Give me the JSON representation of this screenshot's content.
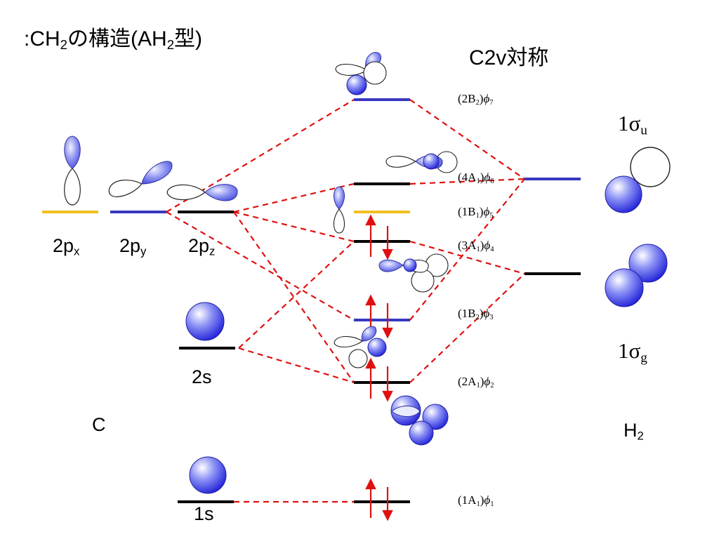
{
  "title": {
    "prefix": ":CH",
    "sub": "2",
    "mid": "の構造(AH",
    "sub2": "2",
    "suffix": "型)"
  },
  "symmetry_label": "C2v対称",
  "atom_label": "C",
  "molecule_label": {
    "main": "H",
    "sub": "2"
  },
  "carbon_orbitals": {
    "px": {
      "main": "2p",
      "sub": "x"
    },
    "py": {
      "main": "2p",
      "sub": "y"
    },
    "pz": {
      "main": "2p",
      "sub": "z"
    },
    "s2": "2s",
    "s1": "1s"
  },
  "h2_orbitals": {
    "su": {
      "num": "1",
      "greek": "σ",
      "sub": "u"
    },
    "sg": {
      "num": "1",
      "greek": "σ",
      "sub": "g"
    }
  },
  "mo_labels": [
    {
      "pre": "(2B",
      "sub": "2",
      "post": ")",
      "phi": "ϕ",
      "phisub": "7"
    },
    {
      "pre": "(4A",
      "sub": "1",
      "post": ")",
      "phi": "ϕ",
      "phisub": "6"
    },
    {
      "pre": "(1B",
      "sub": "1",
      "post": ")",
      "phi": "ϕ",
      "phisub": "5"
    },
    {
      "pre": "(3A",
      "sub": "1",
      "post": ")",
      "phi": "ϕ",
      "phisub": "4"
    },
    {
      "pre": "(1B",
      "sub": "2",
      "post": ")",
      "phi": "ϕ",
      "phisub": "3"
    },
    {
      "pre": "(2A",
      "sub": "1",
      "post": ")",
      "phi": "ϕ",
      "phisub": "2"
    },
    {
      "pre": "(1A",
      "sub": "1",
      "post": ")",
      "phi": "ϕ",
      "phisub": "1"
    }
  ],
  "colors": {
    "blue_level": "#3838c0",
    "black_level": "#000000",
    "yellow_level": "#f0c020",
    "connector": "#e01010",
    "electron_arrow": "#e01010",
    "orbital_fill": "#6a70ee"
  }
}
